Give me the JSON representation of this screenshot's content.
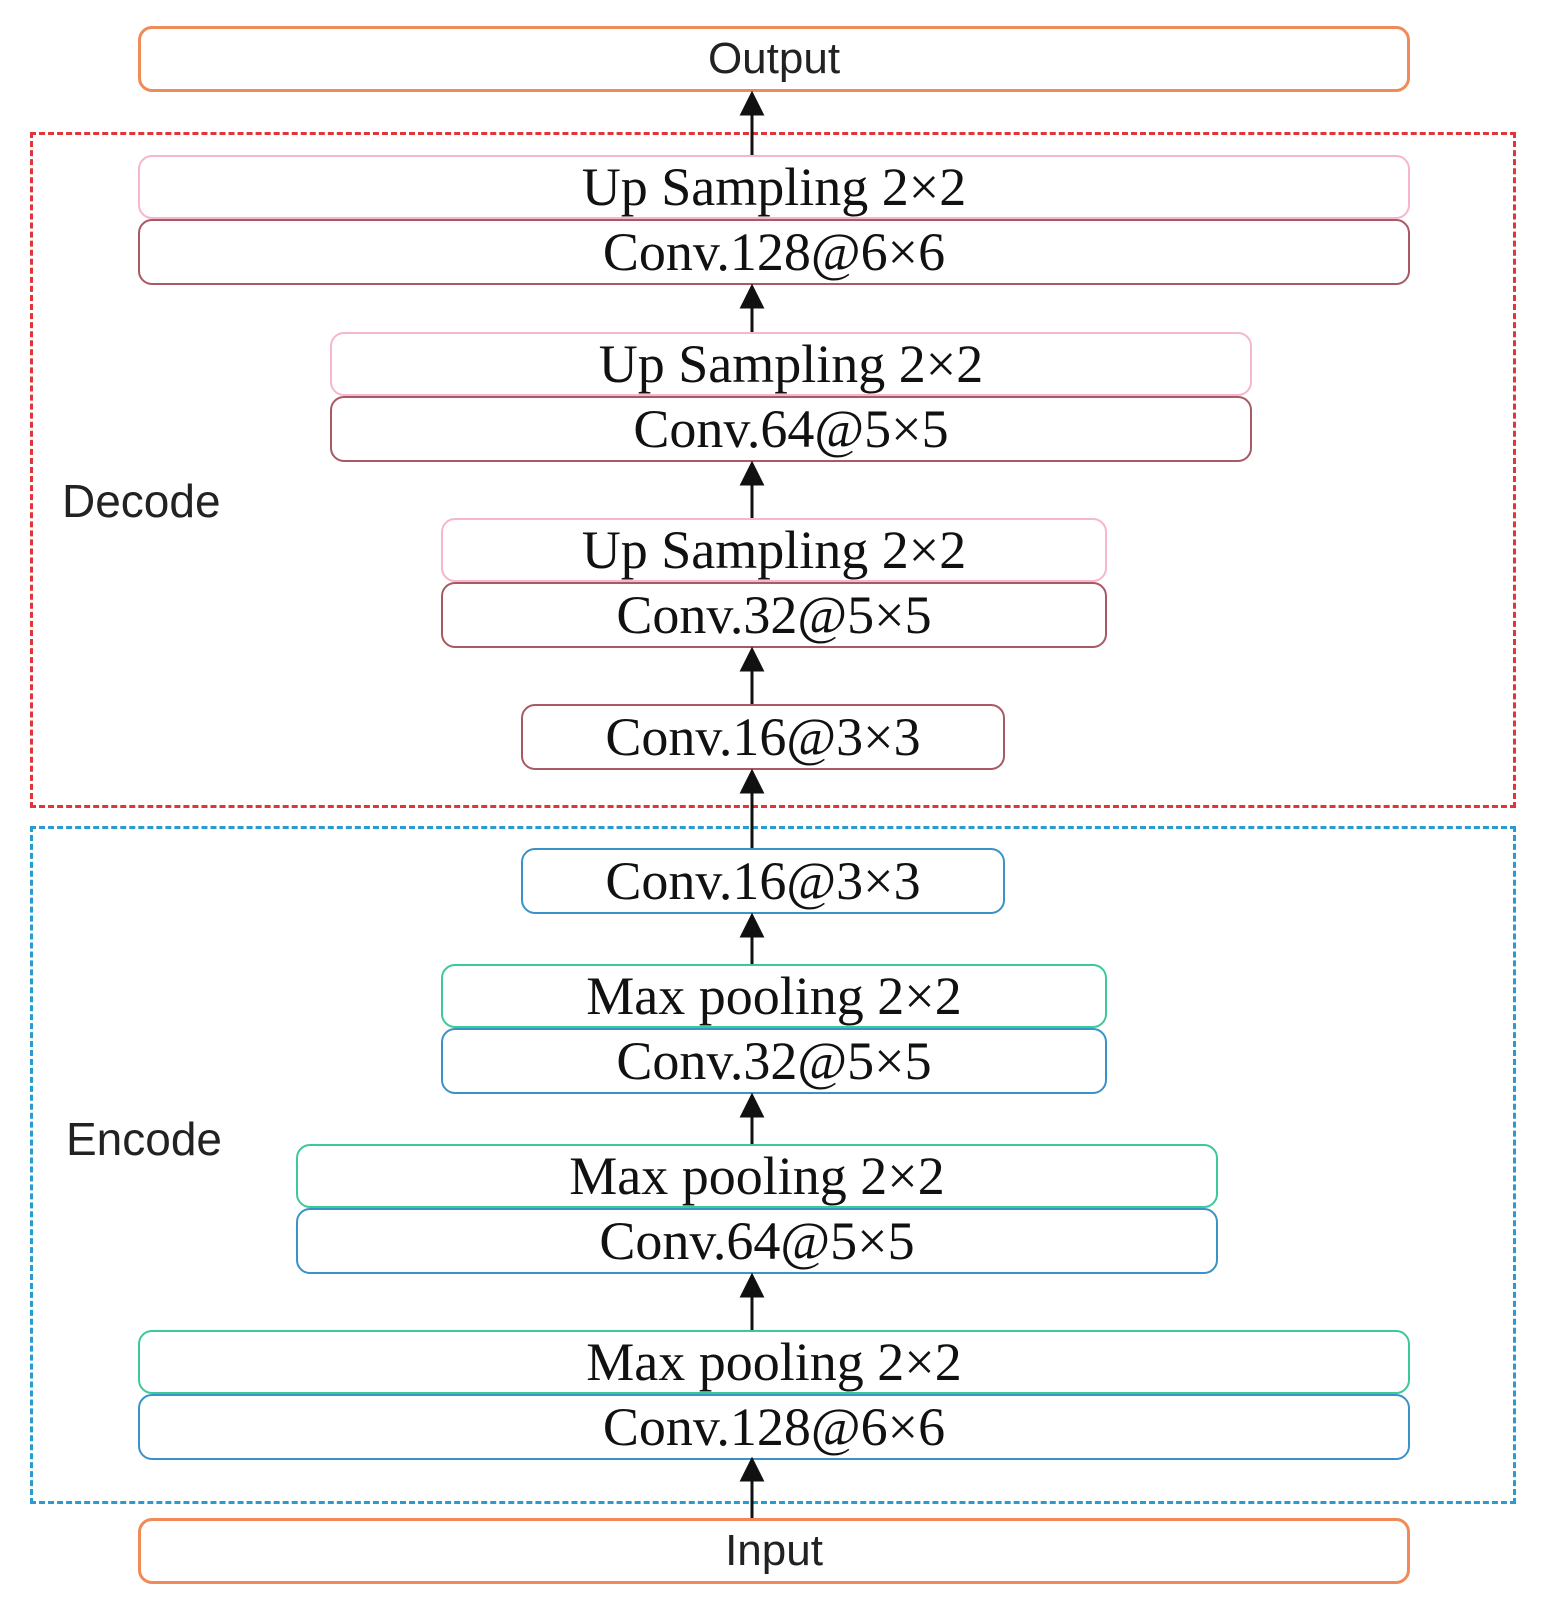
{
  "output_label": "Output",
  "input_label": "Input",
  "decode": {
    "label": "Decode",
    "layers": [
      {
        "upsample": "Up Sampling 2×2",
        "conv": "Conv.128@6×6"
      },
      {
        "upsample": "Up Sampling 2×2",
        "conv": "Conv.64@5×5"
      },
      {
        "upsample": "Up Sampling 2×2",
        "conv": "Conv.32@5×5"
      },
      {
        "conv": "Conv.16@3×3"
      }
    ]
  },
  "encode": {
    "label": "Encode",
    "layers": [
      {
        "conv": "Conv.16@3×3"
      },
      {
        "pool": "Max pooling 2×2",
        "conv": "Conv.32@5×5"
      },
      {
        "pool": "Max pooling 2×2",
        "conv": "Conv.64@5×5"
      },
      {
        "pool": "Max pooling 2×2",
        "conv": "Conv.128@6×6"
      }
    ]
  },
  "colors": {
    "io_border": "#f08b57",
    "decode_border": "#e3343a",
    "encode_border": "#2a9bd0",
    "upsample_border": "#f6b7cc",
    "decode_conv_border": "#a85a62",
    "pool_border": "#3cc99a",
    "encode_conv_border": "#3a92c9",
    "arrow": "#111111"
  }
}
